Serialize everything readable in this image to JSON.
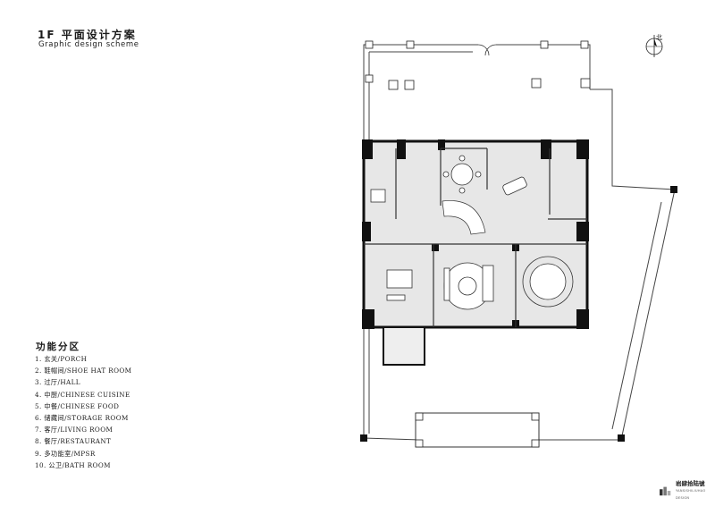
{
  "header": {
    "title_cn": "1F  平面设计方案",
    "title_en": "Graphic design scheme"
  },
  "legend": {
    "title": "功能分区",
    "items": [
      "1. 玄关/PORCH",
      "2. 鞋帽间/SHOE HAT ROOM",
      "3. 过厅/HALL",
      "4. 中厨/CHINESE CUISINE",
      "5. 中餐/CHINESE FOOD",
      "6. 储藏间/STORAGE ROOM",
      "7. 客厅/LIVING ROOM",
      "8. 餐厅/RESTAURANT",
      "9. 多功能室/MPSR",
      "10. 公卫/BATH ROOM"
    ]
  },
  "compass": {
    "label": "北",
    "icon": "north-arrow-icon"
  },
  "brand": {
    "name": "岩肆拾陆號",
    "sub": "YANSISHILIUHAO DESIGN"
  },
  "colors": {
    "wall": "#111111",
    "floor": "#e6e6e6",
    "line": "#333333"
  }
}
